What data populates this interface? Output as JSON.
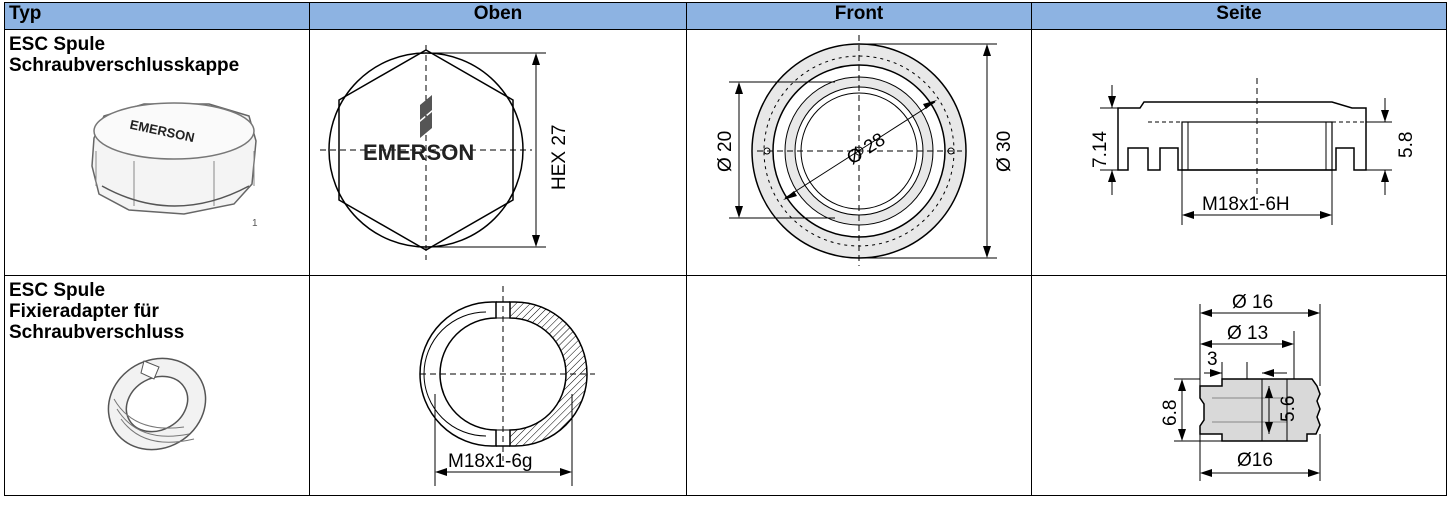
{
  "header": {
    "col_type": "Typ",
    "col_top": "Oben",
    "col_front": "Front",
    "col_side": "Seite"
  },
  "rows": [
    {
      "name_line1": "ESC Spule",
      "name_line2": "Schraubverschlusskappe",
      "photo_logo": "EMERSON",
      "photo_mark": "1",
      "top": {
        "logo": "EMERSON",
        "hex_label": "HEX 27"
      },
      "front": {
        "d_small": "Ø 20",
        "d_mid": "Ø 28",
        "d_large": "Ø 30"
      },
      "side": {
        "h_left": "7.14",
        "h_right": "5.8",
        "thread": "M18x1-6H"
      }
    },
    {
      "name_line1": "ESC Spule",
      "name_line2": "Fixieradapter für",
      "name_line3": "Schraubverschluss",
      "top": {
        "thread": "M18x1-6g"
      },
      "side": {
        "d_outer": "Ø 16",
        "d_inner": "Ø 13",
        "w": "3",
        "h_left": "6.8",
        "h_right": "5.6",
        "d_bottom": "Ø16"
      }
    }
  ]
}
